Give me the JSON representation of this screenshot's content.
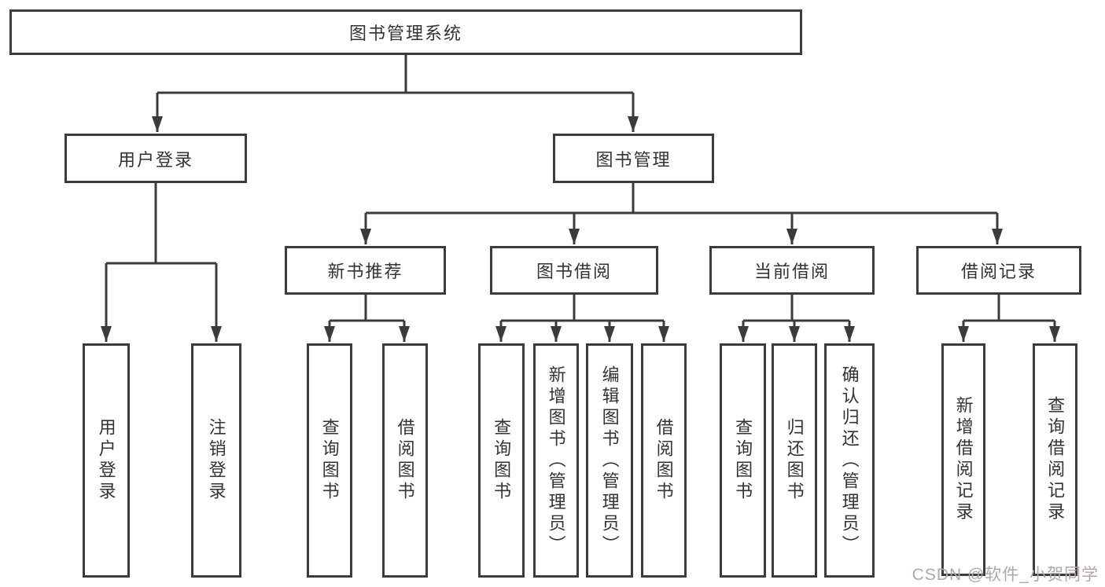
{
  "title": "图书管理系统",
  "watermark": {
    "text": "CSDN @软件_小贺同学"
  },
  "colors": {
    "line": "#3b3b3b",
    "text": "#333333",
    "watermark": "#b1a7a7"
  },
  "nodes": {
    "root": {
      "label": "图书管理系统"
    },
    "login": {
      "label": "用户登录"
    },
    "mgmt": {
      "label": "图书管理"
    },
    "login_user": {
      "label": "用户登录"
    },
    "login_logout": {
      "label": "注销登录"
    },
    "rec": {
      "label": "新书推荐"
    },
    "borrow": {
      "label": "图书借阅"
    },
    "current": {
      "label": "当前借阅"
    },
    "records": {
      "label": "借阅记录"
    },
    "rec_query": {
      "label": "查询图书"
    },
    "rec_borrow": {
      "label": "借阅图书"
    },
    "borrow_query": {
      "label": "查询图书"
    },
    "borrow_add": {
      "label": "新增图书（管理员）"
    },
    "borrow_edit": {
      "label": "编辑图书（管理员）"
    },
    "borrow_borrow": {
      "label": "借阅图书"
    },
    "current_query": {
      "label": "查询图书"
    },
    "current_return": {
      "label": "归还图书"
    },
    "current_confirm": {
      "label": "确认归还（管理员）"
    },
    "records_add": {
      "label": "新增借阅记录"
    },
    "records_query": {
      "label": "查询借阅记录"
    }
  }
}
